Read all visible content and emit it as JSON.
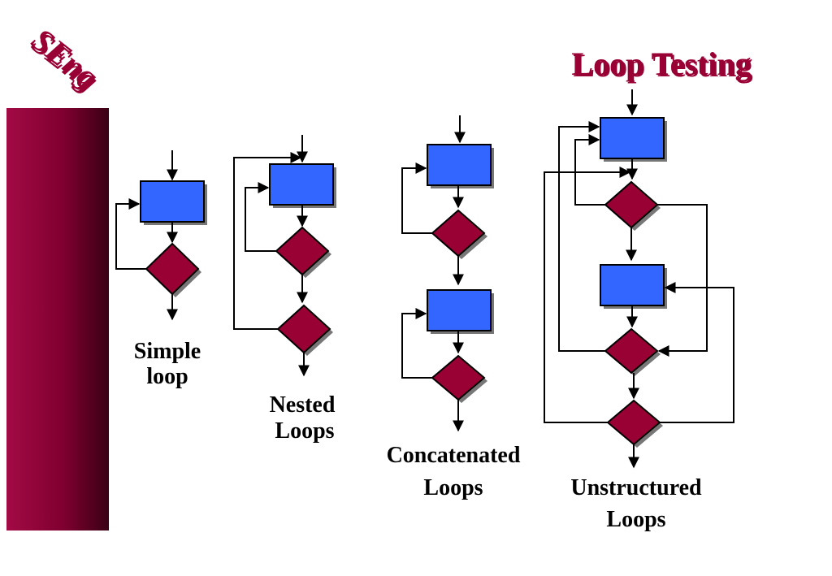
{
  "logo": {
    "text": "SEng"
  },
  "title": "Loop Testing",
  "colors": {
    "accent": "#990033",
    "box": "#3366FF",
    "diamond": "#990033",
    "shadow": "#777777"
  },
  "diagrams": [
    {
      "id": "simple",
      "caption_lines": [
        "Simple",
        "loop"
      ]
    },
    {
      "id": "nested",
      "caption_lines": [
        "Nested",
        "Loops"
      ]
    },
    {
      "id": "concatenated",
      "caption_lines": [
        "Concatenated",
        "Loops"
      ]
    },
    {
      "id": "unstructured",
      "caption_lines": [
        "Unstructured",
        "Loops"
      ]
    }
  ]
}
